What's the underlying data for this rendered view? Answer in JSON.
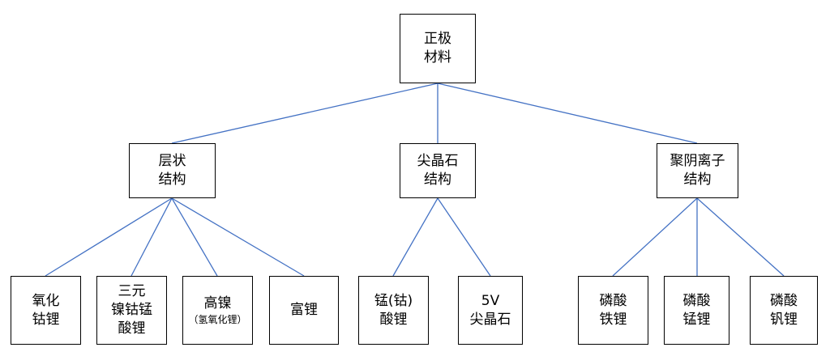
{
  "diagram": {
    "root": {
      "lines": [
        "正极",
        "材料"
      ]
    },
    "categories": {
      "layered": {
        "lines": [
          "层状",
          "结构"
        ]
      },
      "spinel": {
        "lines": [
          "尖晶石",
          "结构"
        ]
      },
      "polyanion": {
        "lines": [
          "聚阴离子",
          "结构"
        ]
      }
    },
    "materials": {
      "lco": {
        "lines": [
          "氧化",
          "钴锂"
        ]
      },
      "ncm": {
        "lines": [
          "三元",
          "镍钴锰",
          "酸锂"
        ]
      },
      "high_ni": {
        "lines": [
          "高镍"
        ],
        "note": "（氢氧化锂）"
      },
      "li_rich": {
        "lines": [
          "富锂"
        ]
      },
      "lmo": {
        "lines": [
          "锰(钴)",
          "酸锂"
        ]
      },
      "v5_spinel": {
        "lines": [
          "5V",
          "尖晶石"
        ]
      },
      "lfp": {
        "lines": [
          "磷酸",
          "铁锂"
        ]
      },
      "lmfp": {
        "lines": [
          "磷酸",
          "锰锂"
        ]
      },
      "lvp": {
        "lines": [
          "磷酸",
          "钒锂"
        ]
      }
    },
    "connector_color": "#4472C4",
    "box_border_color": "#000000"
  }
}
